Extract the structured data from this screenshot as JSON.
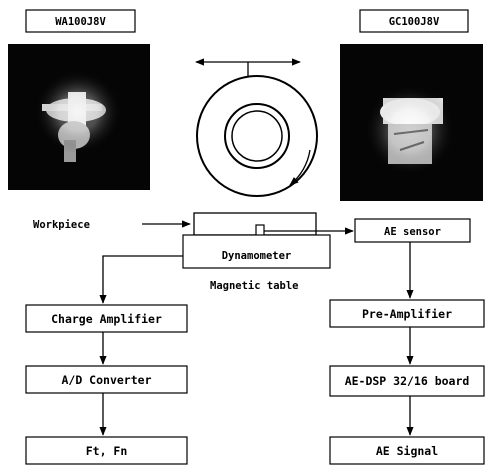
{
  "grinding_wheels": {
    "left": "WA100J8V",
    "right": "GC100J8V"
  },
  "setup": {
    "workpiece": "Workpiece",
    "dynamometer": "Dynamometer",
    "magnetic_table": "Magnetic table",
    "ae_sensor": "AE sensor"
  },
  "force_chain": {
    "charge_amplifier": "Charge Amplifier",
    "ad_converter": "A/D Converter",
    "output": "Ft, Fn"
  },
  "ae_chain": {
    "pre_amplifier": "Pre-Amplifier",
    "dsp_board": "AE-DSP 32/16 board",
    "output": "AE Signal"
  }
}
